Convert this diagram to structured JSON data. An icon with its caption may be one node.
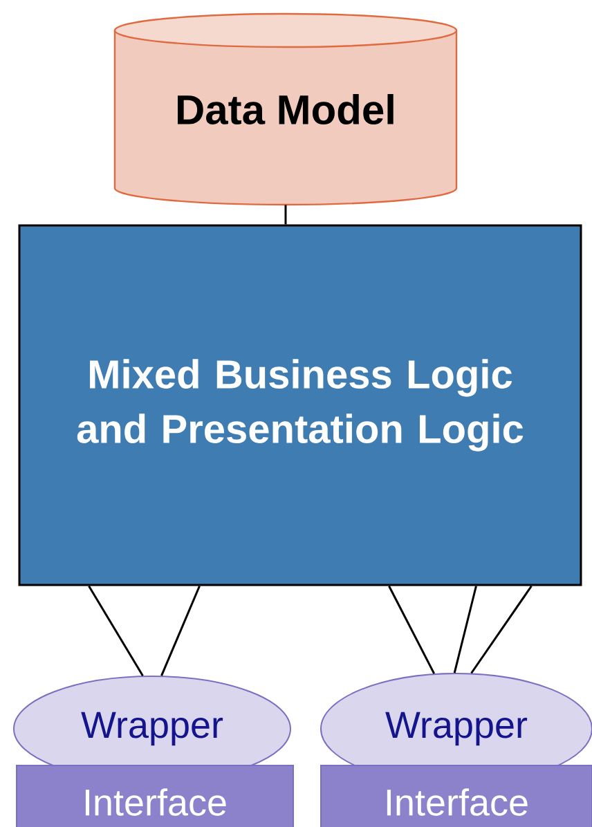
{
  "diagram": {
    "nodes": [
      {
        "text": [
          "Data Model"
        ]
      },
      {
        "text": [
          "Mixed Business Logic and Presentation Logic"
        ]
      },
      {
        "text": [
          "Wrapper"
        ]
      },
      {
        "text": [
          "Interface"
        ]
      },
      {
        "text": [
          "Wrapper"
        ]
      },
      {
        "text": [
          "Interface"
        ]
      }
    ],
    "edges": [
      {
        "from": 0,
        "to": 1,
        "arrow": "none"
      },
      {
        "from": 1,
        "to": 2,
        "arrow": "none"
      },
      {
        "from": 1,
        "to": 2,
        "arrow": "none"
      },
      {
        "from": 1,
        "to": 4,
        "arrow": "none"
      },
      {
        "from": 1,
        "to": 4,
        "arrow": "none"
      },
      {
        "from": 1,
        "to": 4,
        "arrow": "none"
      }
    ]
  }
}
